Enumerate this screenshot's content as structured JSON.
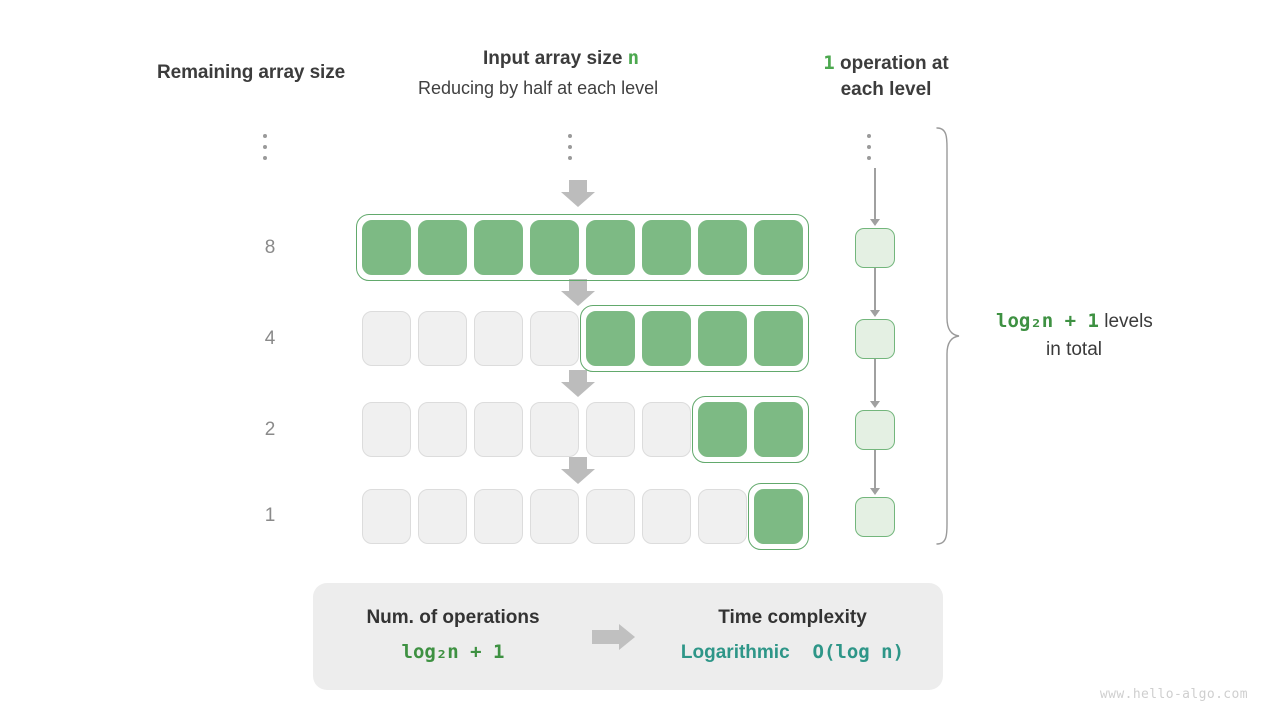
{
  "headers": {
    "left": "Remaining array size",
    "middle_title_prefix": "Input array size ",
    "middle_title_var": "n",
    "middle_subtitle": "Reducing by half at each level",
    "right_count": "1",
    "right_label_line1": " operation at",
    "right_label_line2": "each level"
  },
  "ellipsis": {
    "left": "vertical-ellipsis",
    "middle": "vertical-ellipsis",
    "right": "vertical-ellipsis"
  },
  "rows": [
    {
      "label": "8",
      "total_cells": 8,
      "active_cells": 8
    },
    {
      "label": "4",
      "total_cells": 8,
      "active_cells": 4
    },
    {
      "label": "2",
      "total_cells": 8,
      "active_cells": 2
    },
    {
      "label": "1",
      "total_cells": 8,
      "active_cells": 1
    }
  ],
  "operations_per_level": 1,
  "annotation": {
    "formula": "log₂n + 1",
    "text_after": "  levels",
    "line2": "in total"
  },
  "summary": {
    "left_title": "Num. of operations",
    "left_value": "log₂n + 1",
    "arrow": "right-arrow",
    "right_title": "Time complexity",
    "right_value_word": "Logarithmic",
    "right_value_notation": "O(log n)"
  },
  "colors": {
    "cell_green": "#7DBA84",
    "cell_grey": "#F0F0F0",
    "group_outline": "#62A96C",
    "op_box_fill": "#E4F0E3",
    "op_box_border": "#73B67C",
    "formula_green": "#3E9142",
    "accent_green": "#4CA84F",
    "teal": "#2E9688",
    "arrow_grey": "#BCBCBC",
    "summary_bg": "#EDEDED"
  },
  "watermark": "www.hello-algo.com"
}
